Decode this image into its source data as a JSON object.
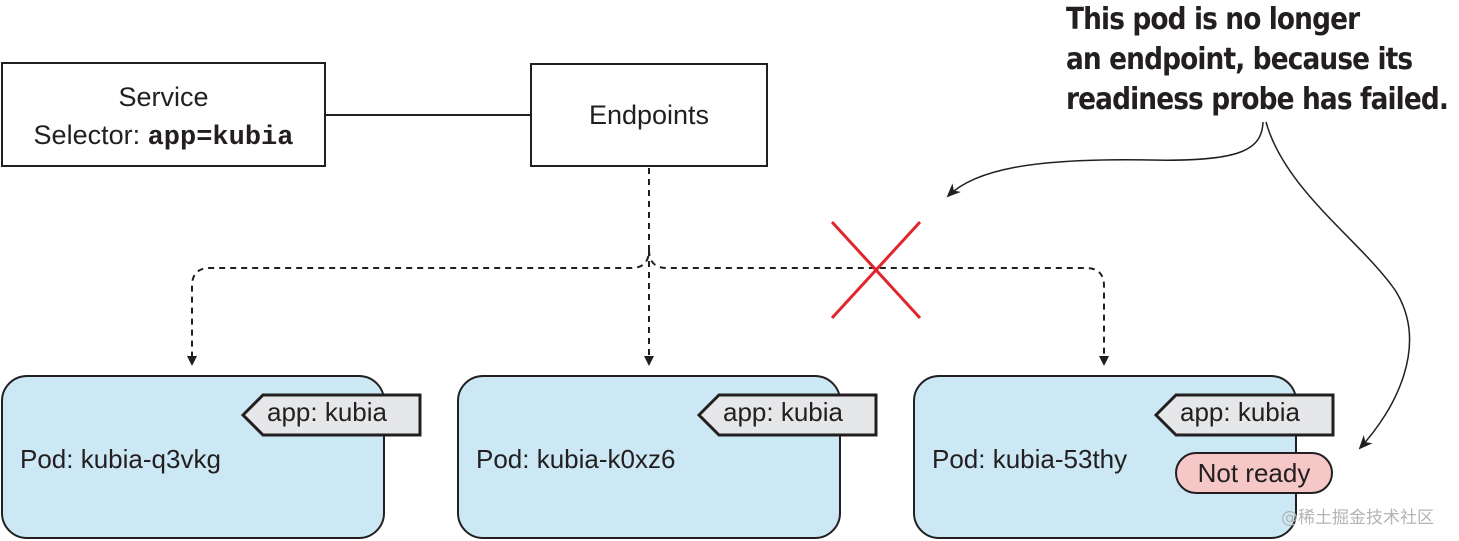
{
  "service": {
    "title": "Service",
    "selector_label": "Selector: ",
    "selector_value": "app=kubia"
  },
  "endpoints": {
    "label": "Endpoints"
  },
  "pods": [
    {
      "name": "Pod: kubia-q3vkg",
      "tag": "app: kubia"
    },
    {
      "name": "Pod: kubia-k0xz6",
      "tag": "app: kubia"
    },
    {
      "name": "Pod: kubia-53thy",
      "tag": "app: kubia",
      "status": "Not ready"
    }
  ],
  "callout": {
    "lines": [
      "This pod is no longer",
      "an endpoint, because its",
      "readiness probe has failed."
    ]
  },
  "watermark": "@稀土掘金技术社区",
  "colors": {
    "pod_fill": "#cbe8f4",
    "tag_fill": "#e6e7e8",
    "not_ready_fill": "#f5c7c7",
    "cross": "#e0262b",
    "stroke": "#231f20"
  }
}
